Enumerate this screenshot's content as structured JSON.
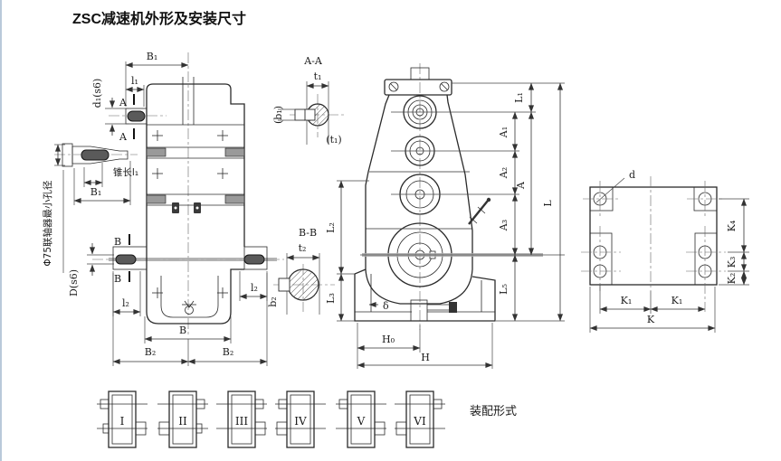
{
  "page": {
    "title": "ZSC减速机外形及安装尺寸"
  },
  "side_view": {
    "dim_B1_top": "B₁",
    "dim_l1": "l₁",
    "section_A_top": "A",
    "section_A_bottom": "A",
    "dim_d1": "d₁(s6)",
    "cone_length": "锥长l₁",
    "dim_B1_shaft": "B₁",
    "coupling_note": "Φ75联轴器最小孔径",
    "section_B_top": "B",
    "section_B_bottom": "B",
    "dim_D": "D(s6)",
    "dim_l2_left": "l₂",
    "dim_l2_right": "l₂",
    "dim_B": "B",
    "dim_B2_left": "B₂",
    "dim_B2_right": "B₂"
  },
  "section_AA": {
    "title": "A-A",
    "dim_t1": "t₁",
    "dim_b1": "(b₁)",
    "dim_t1_alt": "(t₁)"
  },
  "section_BB": {
    "title": "B-B",
    "dim_t2": "t₂",
    "dim_b2": "b₂"
  },
  "front_view": {
    "dim_L1": "L₁",
    "dim_A1": "A₁",
    "dim_A2": "A₂",
    "dim_A3": "A₃",
    "dim_A": "A",
    "dim_L": "L",
    "dim_L2": "L₂",
    "dim_L3": "L₃",
    "dim_L5": "L₅",
    "dim_delta": "δ",
    "dim_H0": "H₀",
    "dim_H": "H"
  },
  "base_view": {
    "dim_d": "d",
    "dim_K4": "K₄",
    "dim_K3": "K₃",
    "dim_K2": "K₂",
    "dim_K1_left": "K₁",
    "dim_K1_right": "K₁",
    "dim_K": "K"
  },
  "assembly": {
    "caption": "装配形式",
    "forms": [
      {
        "label": "I"
      },
      {
        "label": "II"
      },
      {
        "label": "III"
      },
      {
        "label": "IV"
      },
      {
        "label": "V"
      },
      {
        "label": "VI"
      }
    ]
  }
}
